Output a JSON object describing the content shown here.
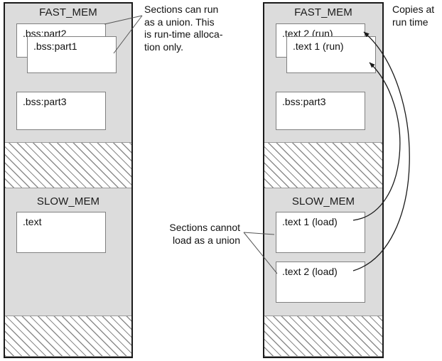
{
  "diagram": {
    "title_text_not_shown": "",
    "colors": {
      "frame_border": "#1a1a1a",
      "band_fill": "#dcdcdc",
      "box_border": "#808080",
      "box_fill": "#ffffff",
      "hatch_stroke": "#8c8c8c",
      "text": "#111111",
      "leader_line": "#555555",
      "arrow": "#1a1a1a"
    }
  },
  "left_column": {
    "name": "run-time-only-allocation-column",
    "fast_mem": {
      "title": "FAST_MEM",
      "sections": [
        {
          "label": ".bss:part2"
        },
        {
          "label": ".bss:part1"
        },
        {
          "label": ".bss:part3"
        }
      ]
    },
    "slow_mem": {
      "title": "SLOW_MEM",
      "sections": [
        {
          "label": ".text"
        }
      ]
    }
  },
  "right_column": {
    "name": "load-and-run-allocation-column",
    "fast_mem": {
      "title": "FAST_MEM",
      "sections": [
        {
          "label": ".text 2 (run)"
        },
        {
          "label": ".text 1 (run)"
        },
        {
          "label": ".bss:part3"
        }
      ]
    },
    "slow_mem": {
      "title": "SLOW_MEM",
      "sections": [
        {
          "label": ".text 1 (load)"
        },
        {
          "label": ".text 2 (load)"
        }
      ]
    }
  },
  "annotations": {
    "union_run": "Sections can run as a union. This is run-time alloca- tion only.",
    "union_run_lines": [
      "Sections can run",
      "as a union. This",
      "is run-time alloca-",
      "tion only."
    ],
    "copies_at_run_time_lines": [
      "Copies at",
      "run time"
    ],
    "cannot_load_union_lines": [
      "Sections cannot",
      "load as a union"
    ]
  }
}
